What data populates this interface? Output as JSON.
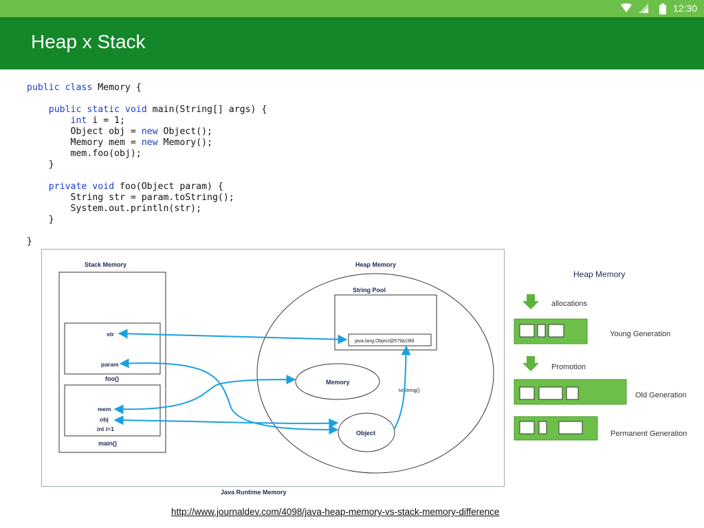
{
  "status_bar": {
    "time": "12:30"
  },
  "app_bar": {
    "title": "Heap x Stack"
  },
  "code": {
    "lines": [
      [
        {
          "t": "public class ",
          "k": true
        },
        {
          "t": "Memory {"
        }
      ],
      [
        {
          "t": ""
        }
      ],
      [
        {
          "t": "    "
        },
        {
          "t": "public static void ",
          "k": true
        },
        {
          "t": "main(String[] args) {"
        }
      ],
      [
        {
          "t": "        "
        },
        {
          "t": "int ",
          "k": true
        },
        {
          "t": "i = 1;"
        }
      ],
      [
        {
          "t": "        Object obj = "
        },
        {
          "t": "new ",
          "k": true
        },
        {
          "t": "Object();"
        }
      ],
      [
        {
          "t": "        Memory mem = "
        },
        {
          "t": "new ",
          "k": true
        },
        {
          "t": "Memory();"
        }
      ],
      [
        {
          "t": "        mem.foo(obj);"
        }
      ],
      [
        {
          "t": "    }"
        }
      ],
      [
        {
          "t": ""
        }
      ],
      [
        {
          "t": "    "
        },
        {
          "t": "private void ",
          "k": true
        },
        {
          "t": "foo(Object param) {"
        }
      ],
      [
        {
          "t": "        String str = param.toString();"
        }
      ],
      [
        {
          "t": "        System.out.println(str);"
        }
      ],
      [
        {
          "t": "    }"
        }
      ],
      [
        {
          "t": ""
        }
      ],
      [
        {
          "t": "}"
        }
      ]
    ]
  },
  "diagram": {
    "stack_title": "Stack Memory",
    "heap_title": "Heap Memory",
    "string_pool_title": "String Pool",
    "string_pool_value": "java.lang.Object@579a19fd",
    "foo_frame_label": "foo()",
    "main_frame_label": "main()",
    "var_str": "str",
    "var_param": "param",
    "var_mem": "mem",
    "var_obj": "obj",
    "var_i": "int i=1",
    "memory_object": "Memory",
    "object_object": "Object",
    "tostring_label": "toString()",
    "runtime_label": "Java Runtime Memory",
    "arrow_color": "#1aa0e0"
  },
  "generations": {
    "title": "Heap Memory",
    "allocations_label": "allocations",
    "young_label": "Young Generation",
    "promotion_label": "Promotion",
    "old_label": "Old Generation",
    "permanent_label": "Permanent Generation",
    "box_color": "#6cc04a"
  },
  "reference_url": "http://www.journaldev.com/4098/java-heap-memory-vs-stack-memory-difference"
}
